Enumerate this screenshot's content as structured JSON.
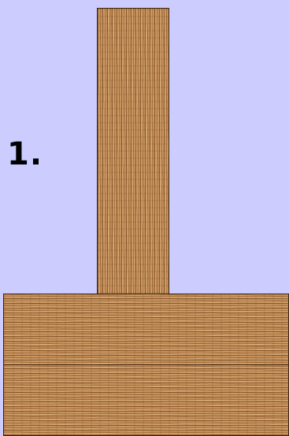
{
  "diagram": {
    "step_label": "1.",
    "parts": [
      {
        "name": "vertical-post",
        "material": "wood",
        "orientation": "vertical"
      },
      {
        "name": "horizontal-board-upper",
        "material": "wood",
        "orientation": "horizontal"
      },
      {
        "name": "horizontal-board-lower",
        "material": "wood",
        "orientation": "horizontal"
      }
    ],
    "colors": {
      "background": "#ccccff",
      "wood": "#b9844f",
      "outline": "#3a2410"
    }
  }
}
